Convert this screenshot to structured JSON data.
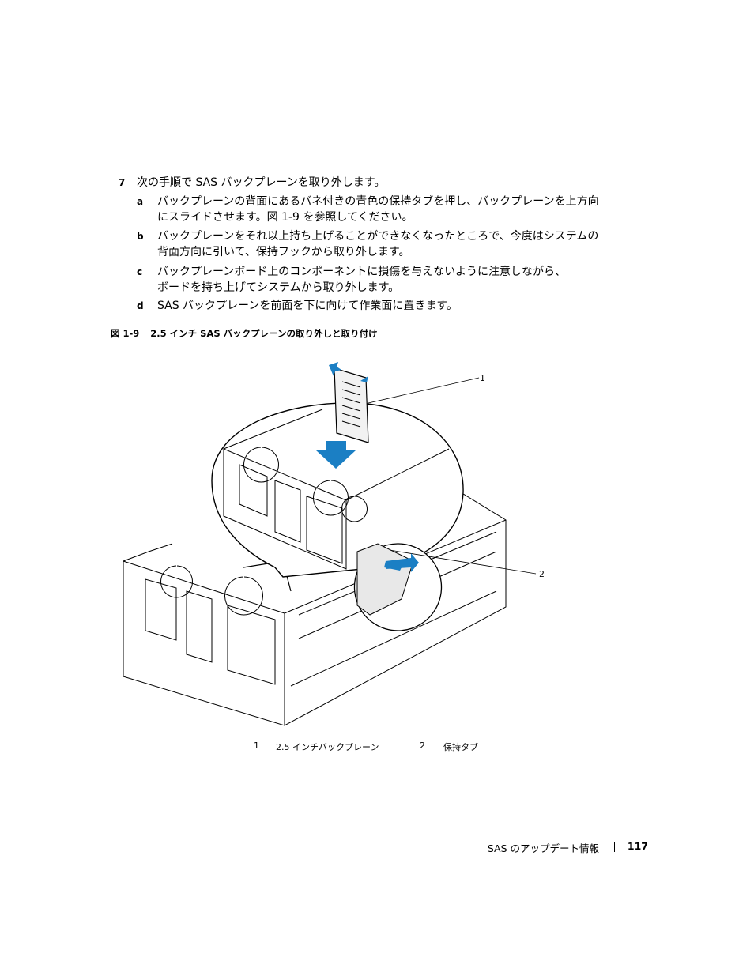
{
  "step7": {
    "number": "7",
    "text": "次の手順で SAS バックプレーンを取り外します。"
  },
  "substeps": [
    {
      "letter": "a",
      "lines": [
        "バックプレーンの背面にあるバネ付きの青色の保持タブを押し、バックプレーンを上方向",
        "にスライドさせます。図 1-9 を参照してください。"
      ]
    },
    {
      "letter": "b",
      "lines": [
        "バックプレーンをそれ以上持ち上げることができなくなったところで、今度はシステムの",
        "背面方向に引いて、保持フックから取り外します。"
      ]
    },
    {
      "letter": "c",
      "lines": [
        "バックプレーンボード上のコンポーネントに損傷を与えないように注意しながら、",
        "ボードを持ち上げてシステムから取り外します。"
      ]
    },
    {
      "letter": "d",
      "lines": [
        "SAS バックプレーンを前面を下に向けて作業面に置きます。"
      ]
    }
  ],
  "figure": {
    "number": "図 1-9",
    "caption": "2.5 インチ SAS バックプレーンの取り外しと取り付け",
    "callouts": [
      {
        "number": "1",
        "label": "2.5 インチバックプレーン"
      },
      {
        "number": "2",
        "label": "保持タブ"
      }
    ],
    "accent_color": "#1b7fc4"
  },
  "footer": {
    "section_title": "SAS のアップデート情報",
    "page_number": "117"
  }
}
